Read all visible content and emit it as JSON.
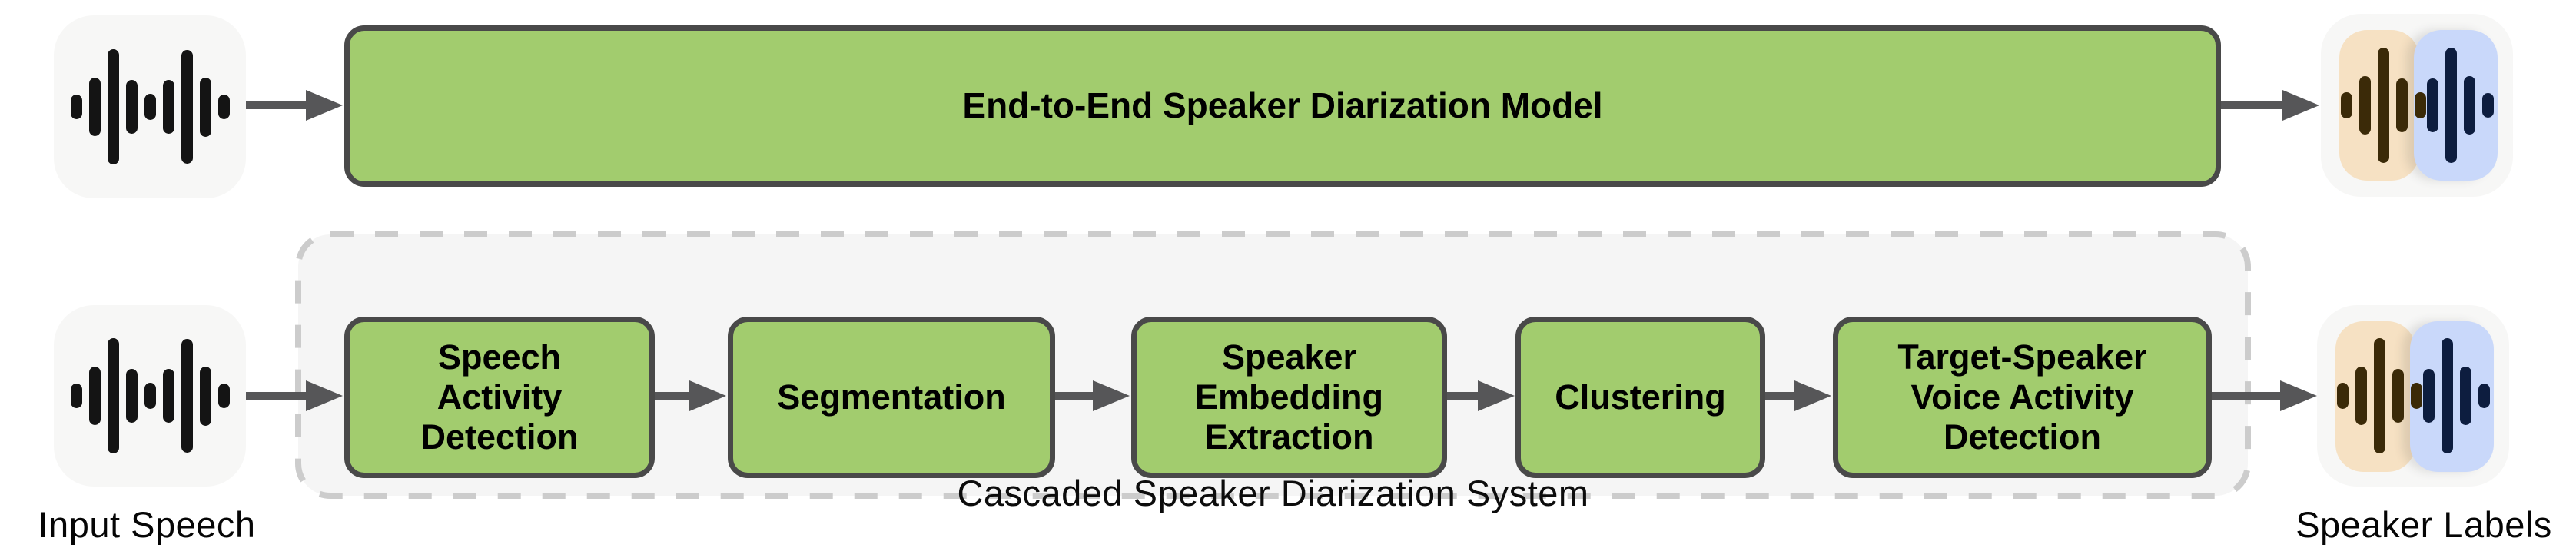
{
  "diagram": {
    "top_flow": {
      "model_label": "End-to-End Speaker Diarization Model"
    },
    "cascade": {
      "title": "Cascaded Speaker Diarization System",
      "stages": [
        {
          "label": "Speech Activity Detection"
        },
        {
          "label": "Segmentation"
        },
        {
          "label": "Speaker Embedding Extraction"
        },
        {
          "label": "Clustering"
        },
        {
          "label": "Target-Speaker Voice Activity Detection"
        }
      ]
    },
    "captions": {
      "input": "Input Speech",
      "output": "Speaker Labels"
    },
    "icons": {
      "input": "waveform-icon",
      "output": "speaker-labels-icon",
      "flow": "arrow-right-icon"
    },
    "colors": {
      "stage_fill": "#a2cc6e",
      "stage_border": "#494949",
      "arrow": "#565658",
      "container_fill": "#f5f5f5",
      "container_border": "#cccccc",
      "icon_bg": "#f7f7f6",
      "wave_bars": "#141414",
      "speaker1_bg": "#f6e1c3",
      "speaker1_bars": "#3b2a08",
      "speaker2_bg": "#c9d8fa",
      "speaker2_bars": "#0d1d3f"
    }
  }
}
